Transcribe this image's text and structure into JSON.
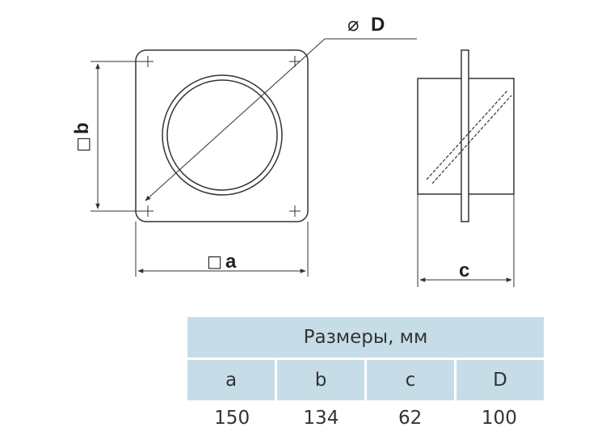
{
  "diagram": {
    "labels": {
      "diameter_symbol": "⌀",
      "diameter": "D",
      "square_symbol": "□",
      "a": "a",
      "b": "b",
      "c": "c"
    },
    "colors": {
      "line": "#333333",
      "table_header_bg": "#c6dde8"
    }
  },
  "table": {
    "title": "Размеры, мм",
    "headers": [
      "a",
      "b",
      "c",
      "D"
    ],
    "values": [
      "150",
      "134",
      "62",
      "100"
    ]
  }
}
